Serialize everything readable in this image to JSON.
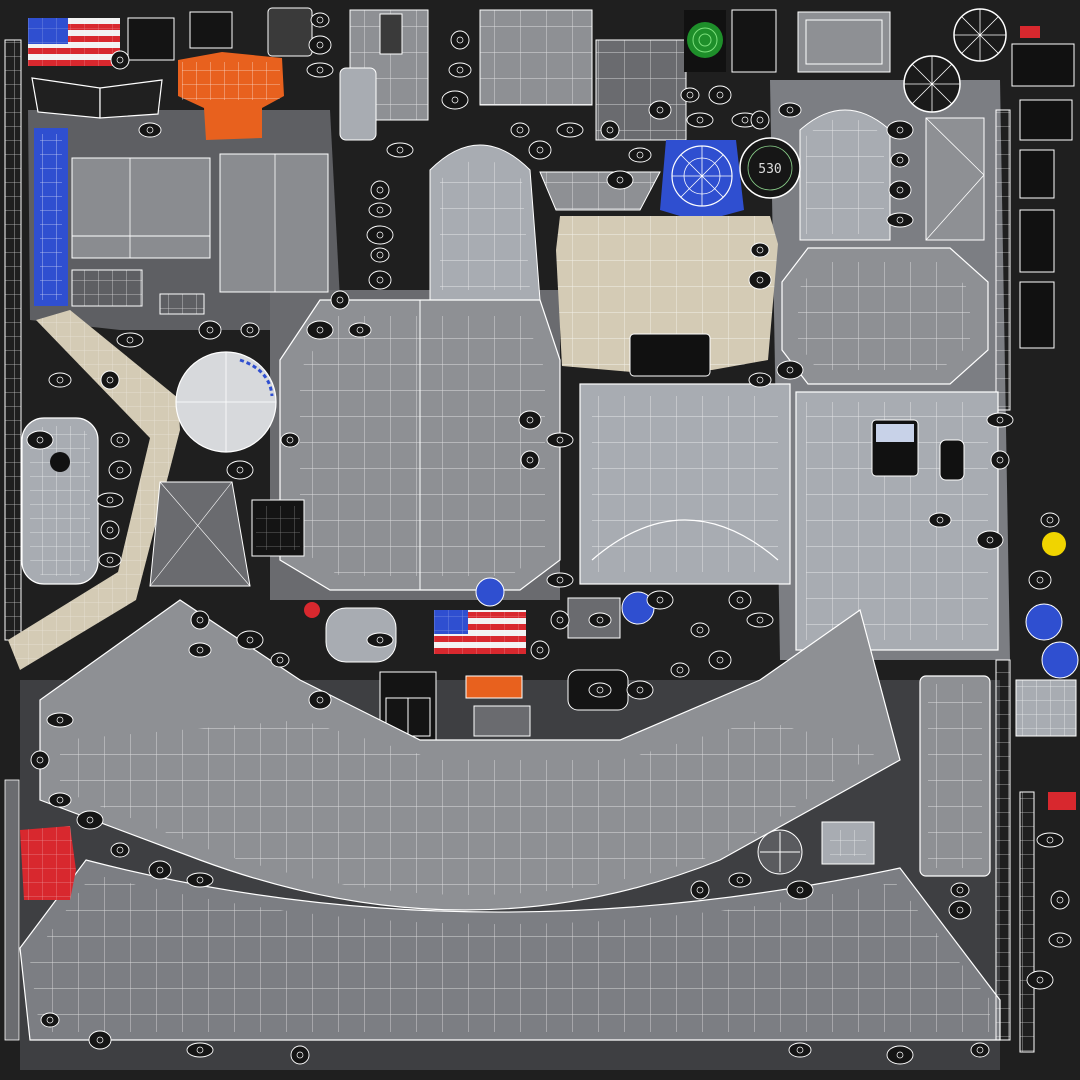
{
  "texture": {
    "kind": "uv-wireframe-atlas",
    "background": "#1f1f1f",
    "island_gray": "#8e9094",
    "island_light": "#a8acb2",
    "island_dark": "#595a5e",
    "wire_color": "#ffffff",
    "accent_orange": "#e8611e",
    "accent_blue": "#2f4fd0",
    "accent_red": "#d8282e",
    "accent_beige": "#d4cbb5",
    "accent_yellow": "#f0d400",
    "accent_green": "#1e8f2a"
  },
  "gauge": {
    "readout": "530",
    "icon": "clock-gauge-icon"
  },
  "flags": [
    {
      "name": "flag-top-left",
      "icon": "flag-stripes-icon"
    },
    {
      "name": "flag-center",
      "icon": "flag-stripes-icon"
    }
  ]
}
